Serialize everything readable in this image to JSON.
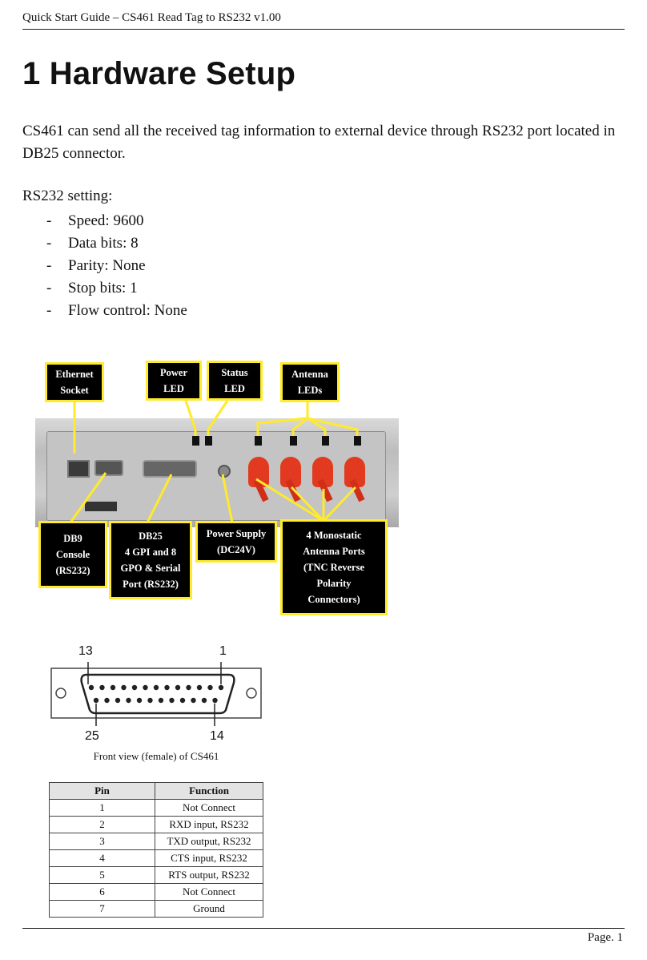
{
  "header": {
    "title": "Quick Start Guide – CS461 Read Tag to RS232 v1.00"
  },
  "section": {
    "title": "1 Hardware Setup"
  },
  "intro": "CS461 can send all the received tag information to external device through RS232 port located in DB25 connector.",
  "rs232": {
    "label": "RS232 setting:",
    "items": [
      "Speed: 9600",
      "Data bits: 8",
      "Parity: None",
      "Stop bits: 1",
      "Flow control: None"
    ]
  },
  "figure": {
    "callouts": {
      "ethernet": "Ethernet\nSocket",
      "power_led": "Power\nLED",
      "status_led": "Status\nLED",
      "antenna_leds": "Antenna\nLEDs",
      "db9": "DB9\nConsole\n(RS232)",
      "db25": "DB25\n4 GPI and 8\nGPO & Serial\nPort (RS232)",
      "power_supply": "Power Supply\n(DC24V)",
      "antenna_ports": "4 Monostatic\nAntenna Ports\n(TNC Reverse\nPolarity\nConnectors)"
    },
    "colors": {
      "callout_border": "#ffea2b",
      "antenna": "#e23a20"
    }
  },
  "connector": {
    "pin_top_left": "13",
    "pin_top_right": "1",
    "pin_bottom_left": "25",
    "pin_bottom_right": "14",
    "caption": "Front view (female) of CS461"
  },
  "pin_table": {
    "headers": [
      "Pin",
      "Function"
    ],
    "rows": [
      [
        "1",
        "Not Connect"
      ],
      [
        "2",
        "RXD input, RS232"
      ],
      [
        "3",
        "TXD output, RS232"
      ],
      [
        "4",
        "CTS input, RS232"
      ],
      [
        "5",
        "RTS output, RS232"
      ],
      [
        "6",
        "Not Connect"
      ],
      [
        "7",
        "Ground"
      ]
    ]
  },
  "footer": {
    "page": "Page.  1"
  }
}
